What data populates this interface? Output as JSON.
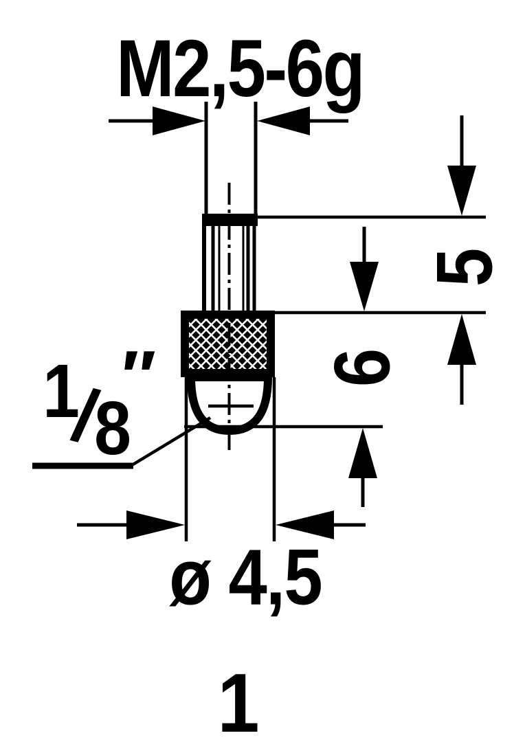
{
  "drawing": {
    "background": "#ffffff",
    "ink": "#000000",
    "description": "technical drawing of threaded contact point, carbide ball tip",
    "labels": {
      "thread_spec": "M2,5-6g",
      "thread_length": "5",
      "body_length": "6",
      "tip_fraction_numerator": "1",
      "tip_fraction_slash": "/",
      "tip_fraction_denominator": "8",
      "tip_inch_mark": "″",
      "diameter": "ø 4,5",
      "figure_number": "1"
    }
  }
}
